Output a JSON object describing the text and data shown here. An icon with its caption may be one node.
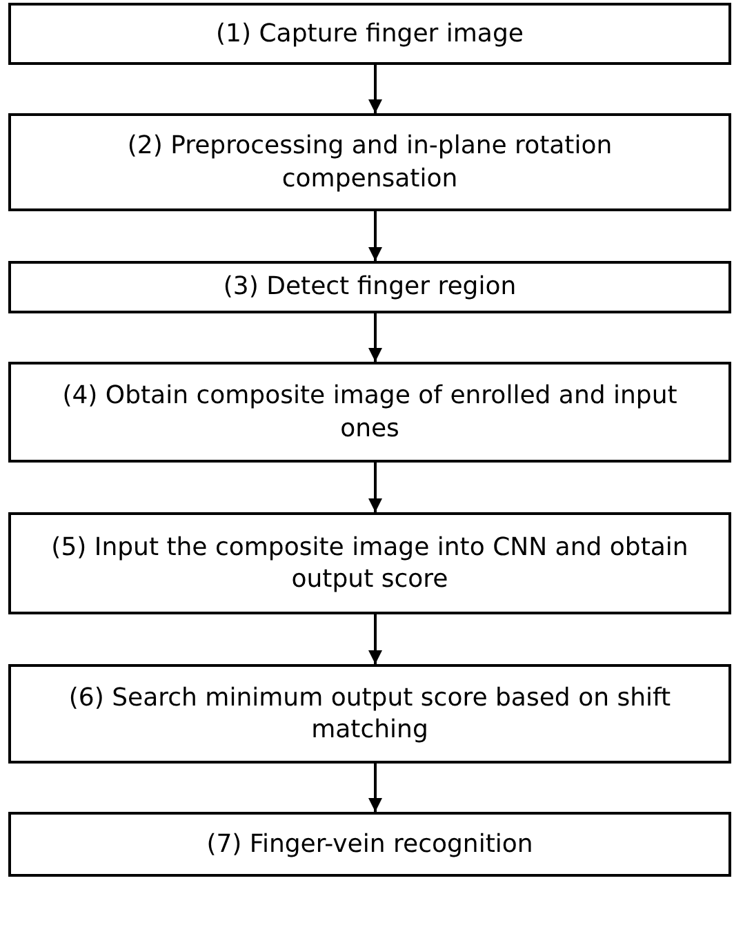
{
  "diagram": {
    "nodes": [
      {
        "text": [
          "(1) Capture finger image"
        ]
      },
      {
        "text": [
          "(2) Preprocessing and in-plane rotation compensation"
        ]
      },
      {
        "text": [
          "(3) Detect finger region"
        ]
      },
      {
        "text": [
          "(4) Obtain composite image of enrolled and input ones"
        ]
      },
      {
        "text": [
          "(5) Input the composite image into CNN and obtain output score"
        ]
      },
      {
        "text": [
          "(6) Search minimum output score based on shift matching"
        ]
      },
      {
        "text": [
          "(7) Finger-vein recognition"
        ]
      }
    ],
    "edges": [
      {
        "from": 0,
        "to": 1,
        "arrow": "to"
      },
      {
        "from": 1,
        "to": 2,
        "arrow": "to"
      },
      {
        "from": 2,
        "to": 3,
        "arrow": "to"
      },
      {
        "from": 3,
        "to": 4,
        "arrow": "to"
      },
      {
        "from": 4,
        "to": 5,
        "arrow": "to"
      },
      {
        "from": 5,
        "to": 6,
        "arrow": "to"
      }
    ]
  }
}
